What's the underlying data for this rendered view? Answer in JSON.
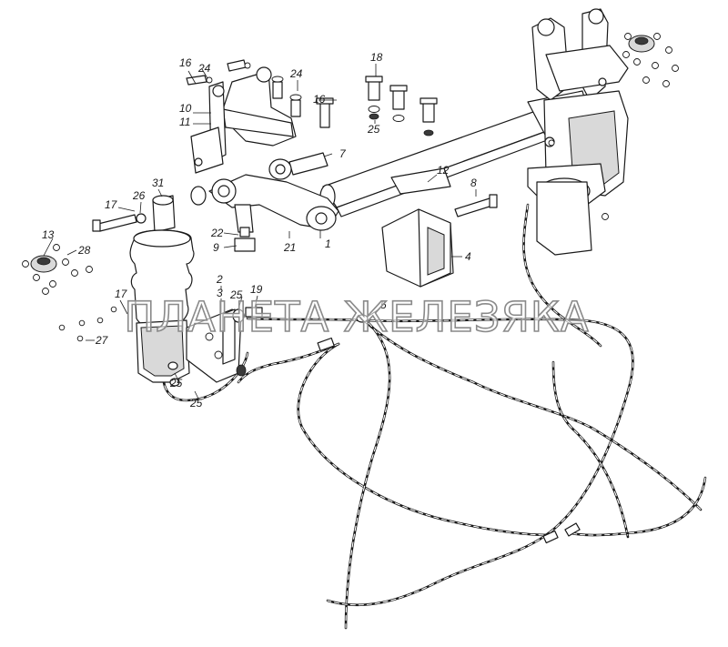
{
  "watermark": "ПЛАНЕТА ЖЕЛЕЗЯКА",
  "callouts": {
    "c1": "1",
    "c2": "2",
    "c3": "3",
    "c4": "4",
    "c5": "5",
    "c7": "7",
    "c8": "8",
    "c9": "9",
    "c10": "10",
    "c11": "11",
    "c12": "12",
    "c13": "13",
    "c16a": "16",
    "c16b": "16",
    "c17a": "17",
    "c17b": "17",
    "c18": "18",
    "c19": "19",
    "c21": "21",
    "c22": "22",
    "c24a": "24",
    "c24b": "24",
    "c25a": "25",
    "c25b": "25",
    "c25c": "25",
    "c25d": "25",
    "c26": "26",
    "c27": "27",
    "c28": "28",
    "c31": "31"
  }
}
